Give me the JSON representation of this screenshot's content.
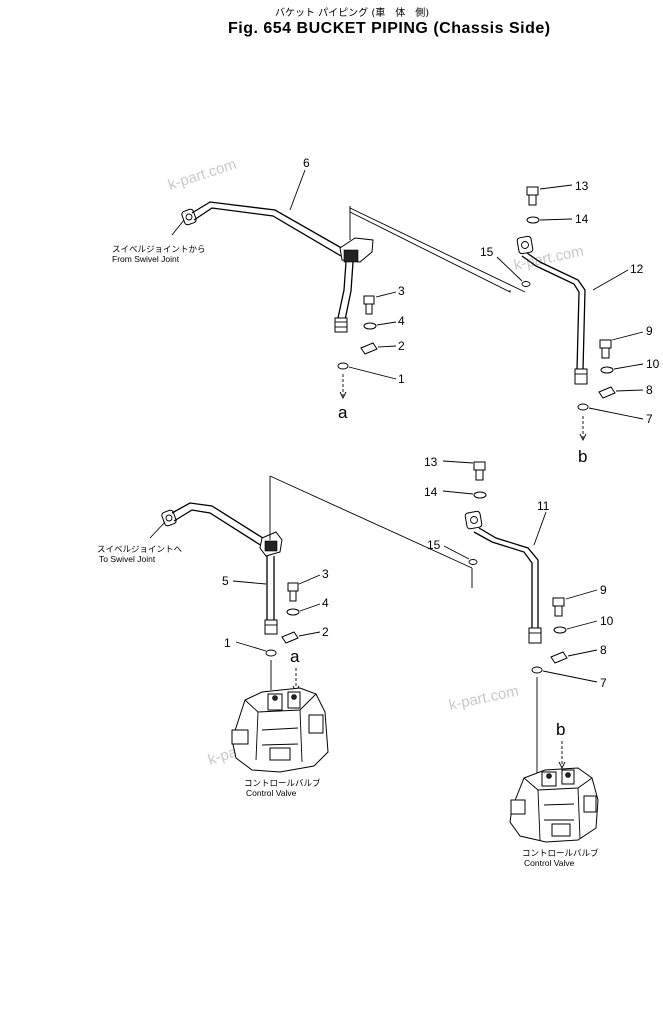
{
  "header": {
    "title_jp": "バケット パイピング (車　体　側)",
    "title_en": "Fig. 654  BUCKET  PIPING  (Chassis  Side)"
  },
  "watermark": "k-part.com",
  "labels": {
    "from_swivel_jp": "スイベルジョイントから",
    "from_swivel_en": "From  Swivel  Joint",
    "to_swivel_jp": "スイベルジョイントへ",
    "to_swivel_en": "To  Swivel  Joint",
    "control_valve_jp": "コントロールバルブ",
    "control_valve_en": "Control  Valve"
  },
  "letters": {
    "a": "a",
    "b": "b"
  },
  "callouts": {
    "n1": "1",
    "n2": "2",
    "n3": "3",
    "n4": "4",
    "n5": "5",
    "n6": "6",
    "n7": "7",
    "n8": "8",
    "n9": "9",
    "n10": "10",
    "n11": "11",
    "n12": "12",
    "n13": "13",
    "n14": "14",
    "n15": "15"
  }
}
